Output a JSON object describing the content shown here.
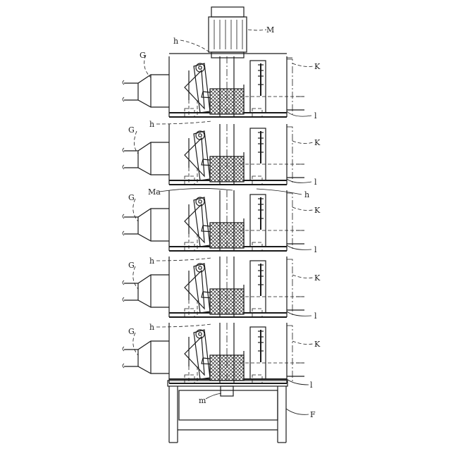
{
  "figure": {
    "labels": {
      "motor": "M",
      "casing": "K",
      "plate": "l",
      "intake": "G",
      "tag": "h",
      "motor_lower": "Ma",
      "frame": "F",
      "base_motor": "m"
    }
  }
}
